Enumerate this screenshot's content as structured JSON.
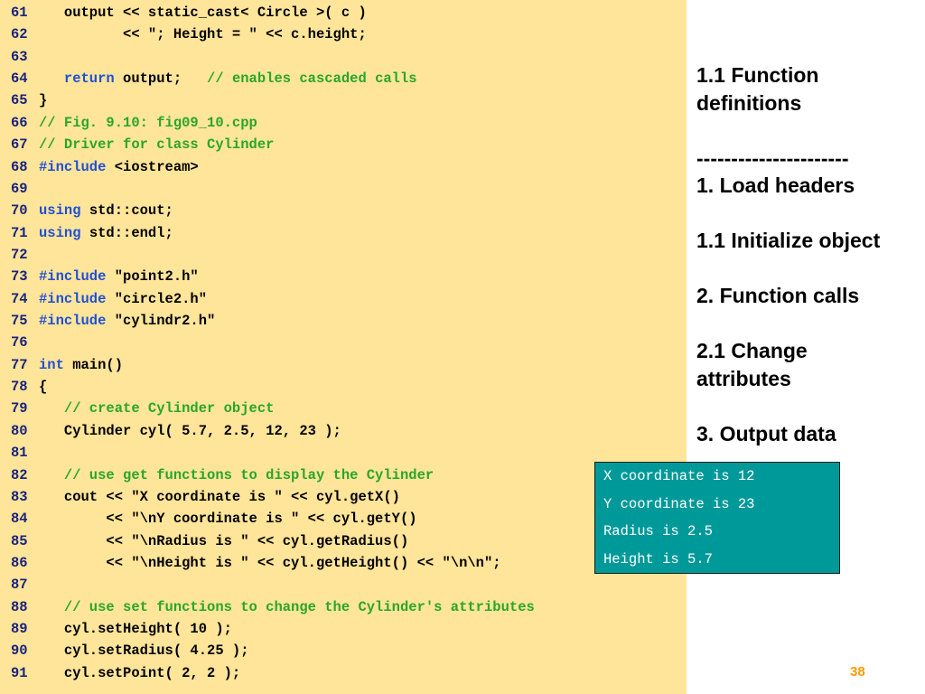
{
  "code_lines": [
    {
      "num": "61",
      "parts": [
        {
          "t": "   output << static_cast< Circle >( c )",
          "c": "n"
        }
      ]
    },
    {
      "num": "62",
      "parts": [
        {
          "t": "          << \"; Height = \" << c.height;",
          "c": "n"
        }
      ]
    },
    {
      "num": "63",
      "parts": []
    },
    {
      "num": "64",
      "parts": [
        {
          "t": "   ",
          "c": "n"
        },
        {
          "t": "return",
          "c": "kw"
        },
        {
          "t": " output;   ",
          "c": "n"
        },
        {
          "t": "// enables cascaded calls",
          "c": "cm"
        }
      ]
    },
    {
      "num": "65",
      "parts": [
        {
          "t": "}",
          "c": "n"
        }
      ]
    },
    {
      "num": "66",
      "parts": [
        {
          "t": "// Fig. 9.10: fig09_10.cpp",
          "c": "cm"
        }
      ]
    },
    {
      "num": "67",
      "parts": [
        {
          "t": "// Driver for class Cylinder",
          "c": "cm"
        }
      ]
    },
    {
      "num": "68",
      "parts": [
        {
          "t": "#include",
          "c": "kw"
        },
        {
          "t": " <iostream>",
          "c": "n"
        }
      ]
    },
    {
      "num": "69",
      "parts": []
    },
    {
      "num": "70",
      "parts": [
        {
          "t": "using",
          "c": "kw"
        },
        {
          "t": " std::cout;",
          "c": "n"
        }
      ]
    },
    {
      "num": "71",
      "parts": [
        {
          "t": "using",
          "c": "kw"
        },
        {
          "t": " std::endl;",
          "c": "n"
        }
      ]
    },
    {
      "num": "72",
      "parts": []
    },
    {
      "num": "73",
      "parts": [
        {
          "t": "#include",
          "c": "kw"
        },
        {
          "t": " \"point2.h\"",
          "c": "n"
        }
      ]
    },
    {
      "num": "74",
      "parts": [
        {
          "t": "#include",
          "c": "kw"
        },
        {
          "t": " \"circle2.h\"",
          "c": "n"
        }
      ]
    },
    {
      "num": "75",
      "parts": [
        {
          "t": "#include",
          "c": "kw"
        },
        {
          "t": " \"cylindr2.h\"",
          "c": "n"
        }
      ]
    },
    {
      "num": "76",
      "parts": []
    },
    {
      "num": "77",
      "parts": [
        {
          "t": "int",
          "c": "kw"
        },
        {
          "t": " main()",
          "c": "n"
        }
      ]
    },
    {
      "num": "78",
      "parts": [
        {
          "t": "{",
          "c": "n"
        }
      ]
    },
    {
      "num": "79",
      "parts": [
        {
          "t": "   ",
          "c": "n"
        },
        {
          "t": "// create Cylinder object",
          "c": "cm"
        }
      ]
    },
    {
      "num": "80",
      "parts": [
        {
          "t": "   Cylinder cyl( 5.7, 2.5, 12, 23 );",
          "c": "n"
        }
      ]
    },
    {
      "num": "81",
      "parts": []
    },
    {
      "num": "82",
      "parts": [
        {
          "t": "   ",
          "c": "n"
        },
        {
          "t": "// use get functions to display the Cylinder",
          "c": "cm"
        }
      ]
    },
    {
      "num": "83",
      "parts": [
        {
          "t": "   cout << \"X coordinate is \" << cyl.getX()",
          "c": "n"
        }
      ]
    },
    {
      "num": "84",
      "parts": [
        {
          "t": "        << \"\\nY coordinate is \" << cyl.getY()",
          "c": "n"
        }
      ]
    },
    {
      "num": "85",
      "parts": [
        {
          "t": "        << \"\\nRadius is \" << cyl.getRadius()",
          "c": "n"
        }
      ]
    },
    {
      "num": "86",
      "parts": [
        {
          "t": "        << \"\\nHeight is \" << cyl.getHeight() << \"\\n\\n\";",
          "c": "n"
        }
      ]
    },
    {
      "num": "87",
      "parts": []
    },
    {
      "num": "88",
      "parts": [
        {
          "t": "   ",
          "c": "n"
        },
        {
          "t": "// use set functions to change the Cylinder's attributes",
          "c": "cm"
        }
      ]
    },
    {
      "num": "89",
      "parts": [
        {
          "t": "   cyl.setHeight( 10 );",
          "c": "n"
        }
      ]
    },
    {
      "num": "90",
      "parts": [
        {
          "t": "   cyl.setRadius( 4.25 );",
          "c": "n"
        }
      ]
    },
    {
      "num": "91",
      "parts": [
        {
          "t": "   cyl.setPoint( 2, 2 );",
          "c": "n"
        }
      ]
    }
  ],
  "outline": {
    "text": "1.1 Function\ndefinitions\n\n----------------------\n1. Load headers\n\n1.1 Initialize object\n\n2. Function calls\n\n2.1 Change\nattributes\n\n3. Output data"
  },
  "output_box": {
    "lines": [
      "X coordinate is 12",
      "Y coordinate is 23",
      "Radius is 2.5",
      "Height is 5.7"
    ]
  },
  "page_number": "38",
  "colors": {
    "code_background": "#ffe599",
    "keyword": "#1f4fd6",
    "comment": "#2aa52a",
    "line_number": "#1a237e",
    "output_background": "#009999",
    "page_number": "#ff9900"
  }
}
